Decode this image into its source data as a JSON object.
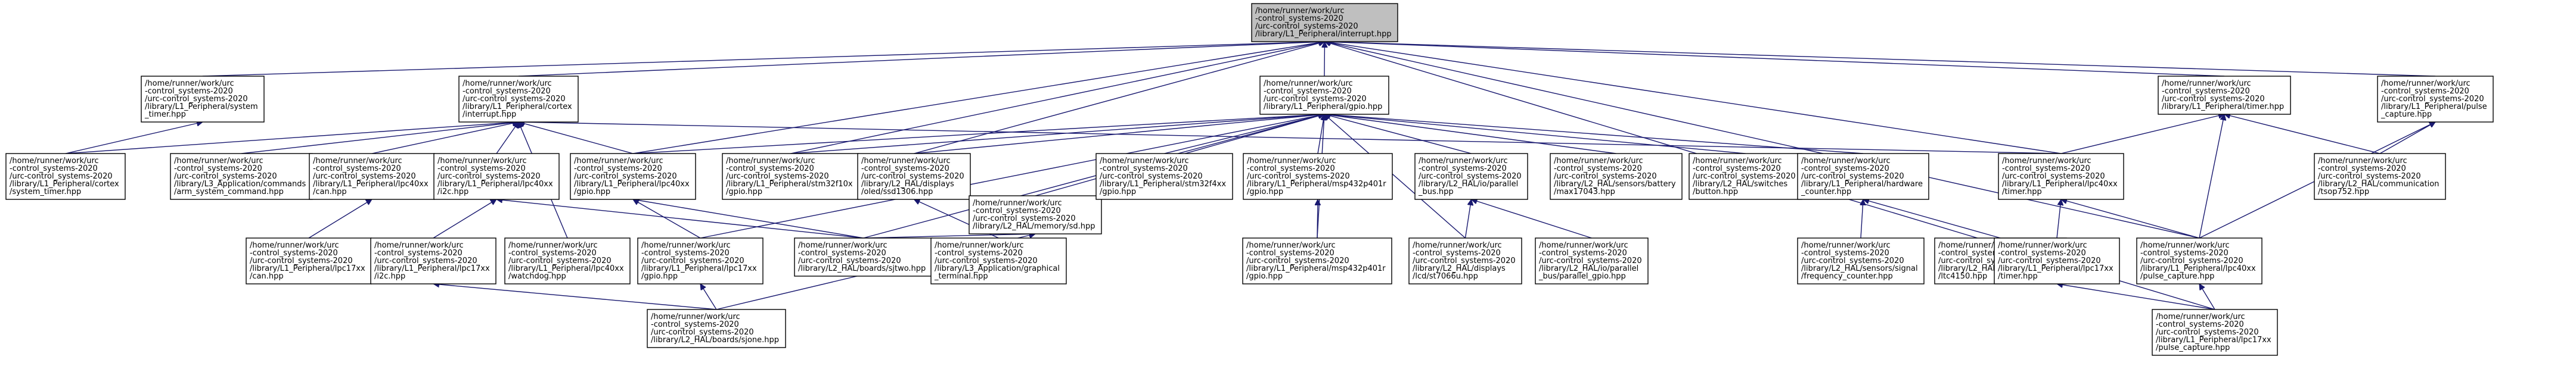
{
  "diagram": {
    "kind": "include-dependency-graph",
    "colors": {
      "edge": "#191970",
      "node_border": "#000000",
      "root_fill": "#bfbfbf",
      "node_fill": "#ffffff"
    },
    "nodes": [
      {
        "id": "interrupt",
        "root": true,
        "lines": [
          "/home/runner/work/urc",
          "-control_systems-2020",
          "/urc-control_systems-2020",
          "/library/L1_Peripheral/interrupt.hpp"
        ]
      },
      {
        "id": "system_timer",
        "lines": [
          "/home/runner/work/urc",
          "-control_systems-2020",
          "/urc-control_systems-2020",
          "/library/L1_Peripheral/system",
          "_timer.hpp"
        ]
      },
      {
        "id": "cortex_interrupt",
        "lines": [
          "/home/runner/work/urc",
          "-control_systems-2020",
          "/urc-control_systems-2020",
          "/library/L1_Peripheral/cortex",
          "/interrupt.hpp"
        ]
      },
      {
        "id": "gpio",
        "lines": [
          "/home/runner/work/urc",
          "-control_systems-2020",
          "/urc-control_systems-2020",
          "/library/L1_Peripheral/gpio.hpp"
        ]
      },
      {
        "id": "timer",
        "lines": [
          "/home/runner/work/urc",
          "-control_systems-2020",
          "/urc-control_systems-2020",
          "/library/L1_Peripheral/timer.hpp"
        ]
      },
      {
        "id": "pulse_capture",
        "lines": [
          "/home/runner/work/urc",
          "-control_systems-2020",
          "/urc-control_systems-2020",
          "/library/L1_Peripheral/pulse",
          "_capture.hpp"
        ]
      },
      {
        "id": "cortex_system_timer",
        "lines": [
          "/home/runner/work/urc",
          "-control_systems-2020",
          "/urc-control_systems-2020",
          "/library/L1_Peripheral/cortex",
          "/system_timer.hpp"
        ]
      },
      {
        "id": "arm_system_command",
        "lines": [
          "/home/runner/work/urc",
          "-control_systems-2020",
          "/urc-control_systems-2020",
          "/library/L3_Application/commands",
          "/arm_system_command.hpp"
        ]
      },
      {
        "id": "lpc40xx_can",
        "lines": [
          "/home/runner/work/urc",
          "-control_systems-2020",
          "/urc-control_systems-2020",
          "/library/L1_Peripheral/lpc40xx",
          "/can.hpp"
        ]
      },
      {
        "id": "lpc40xx_i2c",
        "lines": [
          "/home/runner/work/urc",
          "-control_systems-2020",
          "/urc-control_systems-2020",
          "/library/L1_Peripheral/lpc40xx",
          "/i2c.hpp"
        ]
      },
      {
        "id": "lpc40xx_gpio",
        "lines": [
          "/home/runner/work/urc",
          "-control_systems-2020",
          "/urc-control_systems-2020",
          "/library/L1_Peripheral/lpc40xx",
          "/gpio.hpp"
        ]
      },
      {
        "id": "stm32f10x_gpio",
        "lines": [
          "/home/runner/work/urc",
          "-control_systems-2020",
          "/urc-control_systems-2020",
          "/library/L1_Peripheral/stm32f10x",
          "/gpio.hpp"
        ]
      },
      {
        "id": "ssd1306",
        "lines": [
          "/home/runner/work/urc",
          "-control_systems-2020",
          "/urc-control_systems-2020",
          "/library/L2_HAL/displays",
          "/oled/ssd1306.hpp"
        ]
      },
      {
        "id": "sd",
        "lines": [
          "/home/runner/work/urc",
          "-control_systems-2020",
          "/urc-control_systems-2020",
          "/library/L2_HAL/memory/sd.hpp"
        ]
      },
      {
        "id": "stm32f4xx_gpio",
        "lines": [
          "/home/runner/work/urc",
          "-control_systems-2020",
          "/urc-control_systems-2020",
          "/library/L1_Peripheral/stm32f4xx",
          "/gpio.hpp"
        ]
      },
      {
        "id": "msp432p401r_gpio",
        "lines": [
          "/home/runner/work/urc",
          "-control_systems-2020",
          "/urc-control_systems-2020",
          "/library/L1_Peripheral/msp432p401r",
          "/gpio.hpp"
        ]
      },
      {
        "id": "parallel_bus",
        "lines": [
          "/home/runner/work/urc",
          "-control_systems-2020",
          "/urc-control_systems-2020",
          "/library/L2_HAL/io/parallel",
          "_bus.hpp"
        ]
      },
      {
        "id": "max17043",
        "lines": [
          "/home/runner/work/urc",
          "-control_systems-2020",
          "/urc-control_systems-2020",
          "/library/L2_HAL/sensors/battery",
          "/max17043.hpp"
        ]
      },
      {
        "id": "button",
        "lines": [
          "/home/runner/work/urc",
          "-control_systems-2020",
          "/urc-control_systems-2020",
          "/library/L2_HAL/switches",
          "/button.hpp"
        ]
      },
      {
        "id": "hardware_counter",
        "lines": [
          "/home/runner/work/urc",
          "-control_systems-2020",
          "/urc-control_systems-2020",
          "/library/L1_Peripheral/hardware",
          "_counter.hpp"
        ]
      },
      {
        "id": "lpc40xx_timer",
        "lines": [
          "/home/runner/work/urc",
          "-control_systems-2020",
          "/urc-control_systems-2020",
          "/library/L1_Peripheral/lpc40xx",
          "/timer.hpp"
        ]
      },
      {
        "id": "tsop752",
        "lines": [
          "/home/runner/work/urc",
          "-control_systems-2020",
          "/urc-control_systems-2020",
          "/library/L2_HAL/communication",
          "/tsop752.hpp"
        ]
      },
      {
        "id": "lpc17xx_can",
        "lines": [
          "/home/runner/work/urc",
          "-control_systems-2020",
          "/urc-control_systems-2020",
          "/library/L1_Peripheral/lpc17xx",
          "/can.hpp"
        ]
      },
      {
        "id": "lpc17xx_i2c",
        "lines": [
          "/home/runner/work/urc",
          "-control_systems-2020",
          "/urc-control_systems-2020",
          "/library/L1_Peripheral/lpc17xx",
          "/i2c.hpp"
        ]
      },
      {
        "id": "lpc40xx_watchdog",
        "lines": [
          "/home/runner/work/urc",
          "-control_systems-2020",
          "/urc-control_systems-2020",
          "/library/L1_Peripheral/lpc40xx",
          "/watchdog.hpp"
        ]
      },
      {
        "id": "lpc17xx_gpio",
        "lines": [
          "/home/runner/work/urc",
          "-control_systems-2020",
          "/urc-control_systems-2020",
          "/library/L1_Peripheral/lpc17xx",
          "/gpio.hpp"
        ]
      },
      {
        "id": "sjtwo",
        "lines": [
          "/home/runner/work/urc",
          "-control_systems-2020",
          "/urc-control_systems-2020",
          "/library/L2_HAL/boards/sjtwo.hpp"
        ]
      },
      {
        "id": "graphical_terminal",
        "lines": [
          "/home/runner/work/urc",
          "-control_systems-2020",
          "/urc-control_systems-2020",
          "/library/L3_Application/graphical",
          "_terminal.hpp"
        ]
      },
      {
        "id": "msp432p401r_gpio2",
        "lines": [
          "/home/runner/work/urc",
          "-control_systems-2020",
          "/urc-control_systems-2020",
          "/library/L1_Peripheral/msp432p401r",
          "/gpio.hpp"
        ]
      },
      {
        "id": "st7066u",
        "lines": [
          "/home/runner/work/urc",
          "-control_systems-2020",
          "/urc-control_systems-2020",
          "/library/L2_HAL/displays",
          "/lcd/st7066u.hpp"
        ]
      },
      {
        "id": "parallel_gpio",
        "lines": [
          "/home/runner/work/urc",
          "-control_systems-2020",
          "/urc-control_systems-2020",
          "/library/L2_HAL/io/parallel",
          "_bus/parallel_gpio.hpp"
        ]
      },
      {
        "id": "frequency_counter",
        "lines": [
          "/home/runner/work/urc",
          "-control_systems-2020",
          "/urc-control_systems-2020",
          "/library/L2_HAL/sensors/signal",
          "/frequency_counter.hpp"
        ]
      },
      {
        "id": "ltc4150",
        "lines": [
          "/home/runner/work/urc",
          "-control_systems-2020",
          "/urc-control_systems-2020",
          "/library/L2_HAL/sensors/battery",
          "/ltc4150.hpp"
        ]
      },
      {
        "id": "lpc17xx_timer",
        "lines": [
          "/home/runner/work/urc",
          "-control_systems-2020",
          "/urc-control_systems-2020",
          "/library/L1_Peripheral/lpc17xx",
          "/timer.hpp"
        ]
      },
      {
        "id": "lpc40xx_pulse_capture",
        "lines": [
          "/home/runner/work/urc",
          "-control_systems-2020",
          "/urc-control_systems-2020",
          "/library/L1_Peripheral/lpc40xx",
          "/pulse_capture.hpp"
        ]
      },
      {
        "id": "sjone",
        "lines": [
          "/home/runner/work/urc",
          "-control_systems-2020",
          "/urc-control_systems-2020",
          "/library/L2_HAL/boards/sjone.hpp"
        ]
      },
      {
        "id": "lpc17xx_pulse_capture",
        "lines": [
          "/home/runner/work/urc",
          "-control_systems-2020",
          "/urc-control_systems-2020",
          "/library/L1_Peripheral/lpc17xx",
          "/pulse_capture.hpp"
        ]
      }
    ],
    "edges": [
      [
        "system_timer",
        "interrupt"
      ],
      [
        "cortex_interrupt",
        "interrupt"
      ],
      [
        "gpio",
        "interrupt"
      ],
      [
        "timer",
        "interrupt"
      ],
      [
        "pulse_capture",
        "interrupt"
      ],
      [
        "lpc40xx_gpio",
        "interrupt"
      ],
      [
        "stm32f10x_gpio",
        "interrupt"
      ],
      [
        "ssd1306",
        "interrupt"
      ],
      [
        "lpc40xx_timer",
        "interrupt"
      ],
      [
        "lpc40xx_pulse_capture",
        "interrupt"
      ],
      [
        "lpc17xx_pulse_capture",
        "interrupt"
      ],
      [
        "cortex_system_timer",
        "system_timer"
      ],
      [
        "cortex_system_timer",
        "cortex_interrupt"
      ],
      [
        "arm_system_command",
        "cortex_interrupt"
      ],
      [
        "lpc40xx_can",
        "cortex_interrupt"
      ],
      [
        "lpc40xx_i2c",
        "cortex_interrupt"
      ],
      [
        "lpc40xx_gpio",
        "cortex_interrupt"
      ],
      [
        "lpc40xx_watchdog",
        "cortex_interrupt"
      ],
      [
        "lpc40xx_timer",
        "cortex_interrupt"
      ],
      [
        "lpc40xx_gpio",
        "gpio"
      ],
      [
        "stm32f10x_gpio",
        "gpio"
      ],
      [
        "ssd1306",
        "gpio"
      ],
      [
        "sd",
        "gpio"
      ],
      [
        "stm32f4xx_gpio",
        "gpio"
      ],
      [
        "msp432p401r_gpio",
        "gpio"
      ],
      [
        "parallel_bus",
        "gpio"
      ],
      [
        "max17043",
        "gpio"
      ],
      [
        "button",
        "gpio"
      ],
      [
        "hardware_counter",
        "gpio"
      ],
      [
        "lpc17xx_gpio",
        "gpio"
      ],
      [
        "sjtwo",
        "gpio"
      ],
      [
        "msp432p401r_gpio2",
        "gpio"
      ],
      [
        "st7066u",
        "gpio"
      ],
      [
        "lpc40xx_timer",
        "timer"
      ],
      [
        "lpc40xx_pulse_capture",
        "timer"
      ],
      [
        "tsop752",
        "timer"
      ],
      [
        "tsop752",
        "pulse_capture"
      ],
      [
        "lpc40xx_pulse_capture",
        "pulse_capture"
      ],
      [
        "lpc17xx_can",
        "lpc40xx_can"
      ],
      [
        "lpc17xx_i2c",
        "lpc40xx_i2c"
      ],
      [
        "sjtwo",
        "lpc40xx_i2c"
      ],
      [
        "lpc17xx_gpio",
        "lpc40xx_gpio"
      ],
      [
        "sjtwo",
        "lpc40xx_gpio"
      ],
      [
        "graphical_terminal",
        "ssd1306"
      ],
      [
        "sjtwo",
        "sd"
      ],
      [
        "msp432p401r_gpio2",
        "msp432p401r_gpio"
      ],
      [
        "st7066u",
        "parallel_bus"
      ],
      [
        "parallel_gpio",
        "parallel_bus"
      ],
      [
        "frequency_counter",
        "hardware_counter"
      ],
      [
        "ltc4150",
        "hardware_counter"
      ],
      [
        "lpc17xx_timer",
        "lpc40xx_timer"
      ],
      [
        "lpc40xx_pulse_capture",
        "lpc40xx_timer"
      ],
      [
        "lpc17xx_pulse_capture",
        "lpc40xx_pulse_capture"
      ],
      [
        "sjone",
        "lpc17xx_i2c"
      ],
      [
        "sjone",
        "lpc17xx_gpio"
      ],
      [
        "sjone",
        "sd"
      ],
      [
        "lpc17xx_pulse_capture",
        "lpc17xx_timer"
      ]
    ]
  }
}
